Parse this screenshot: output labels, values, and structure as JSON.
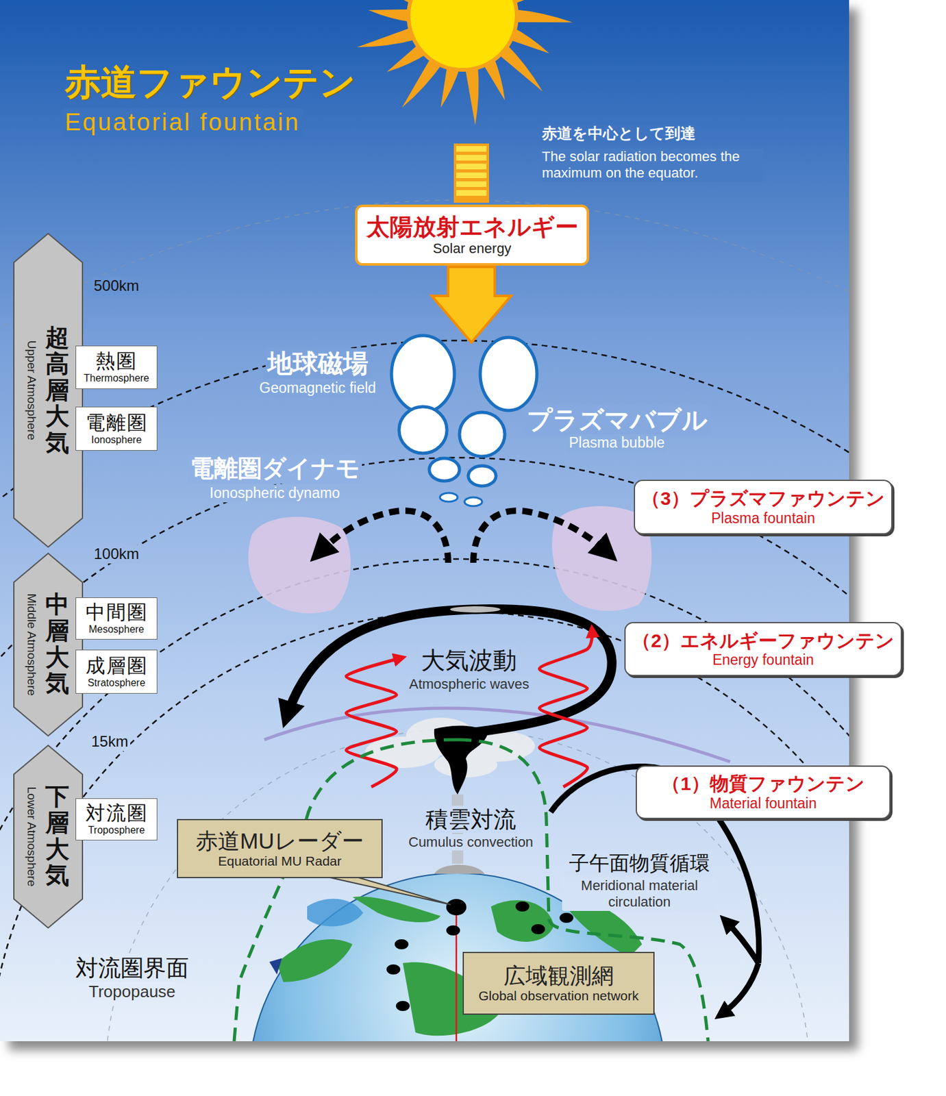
{
  "diagram": {
    "title": "赤道ファウンテン",
    "nodes": [
      {
        "text": [
          "太陽放射エネルギー",
          "Solar energy"
        ]
      },
      {
        "text": [
          "超高層大気",
          "Upper Atmosphere"
        ]
      },
      {
        "text": [
          "熱圏",
          "Thermosphere"
        ]
      },
      {
        "text": [
          "電離圏",
          "Ionosphere"
        ]
      },
      {
        "text": [
          "中層大気",
          "Middle Atmosphere"
        ]
      },
      {
        "text": [
          "中間圏",
          "Mesosphere"
        ]
      },
      {
        "text": [
          "成層圏",
          "Stratosphere"
        ]
      },
      {
        "text": [
          "下層大気",
          "Lower Atmosphere"
        ]
      },
      {
        "text": [
          "対流圏",
          "Troposphere"
        ]
      },
      {
        "text": [
          "（3）プラズマファウンテン",
          "Plasma fountain"
        ]
      },
      {
        "text": [
          "（2）エネルギーファウンテン",
          "Energy fountain"
        ]
      },
      {
        "text": [
          "（1）物質ファウンテン",
          "Material fountain"
        ]
      },
      {
        "text": [
          "赤道MUレーダー",
          "Equatorial MU Radar"
        ]
      },
      {
        "text": [
          "広域観測網",
          "Global observation network"
        ]
      }
    ],
    "labels": [
      "Equatorial fountain",
      "赤道を中心として到達",
      "The solar radiation becomes the maximum on the equator.",
      "500km",
      "100km",
      "15km",
      "地球磁場",
      "Geomagnetic field",
      "プラズマバブル",
      "Plasma bubble",
      "電離圏ダイナモ",
      "Ionospheric dynamo",
      "大気波動",
      "Atmospheric waves",
      "積雲対流",
      "Cumulus convection",
      "子午面物質循環",
      "Meridional material circulation",
      "対流圏界面",
      "Tropopause"
    ]
  }
}
